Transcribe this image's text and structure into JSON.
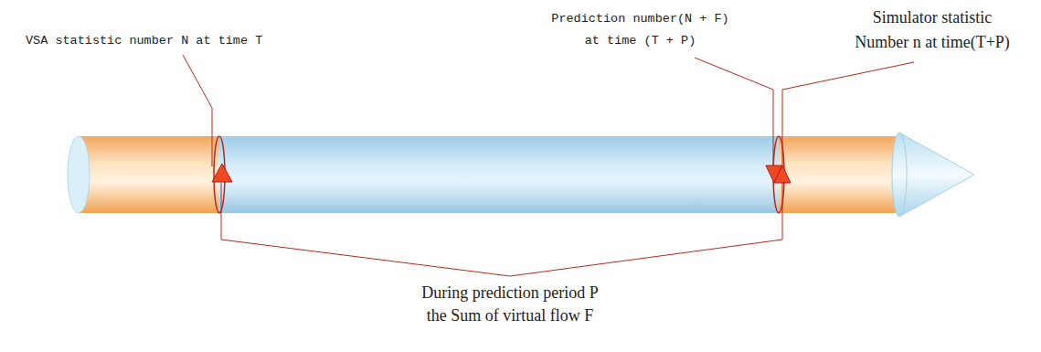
{
  "diagram": {
    "labels": [
      "VSA statistic number N at time T",
      "Prediction number(N + F) at time (T + P)",
      "Simulator statistic Number n at time(T+P)",
      "During prediction period P the Sum of virtual flow F"
    ]
  }
}
